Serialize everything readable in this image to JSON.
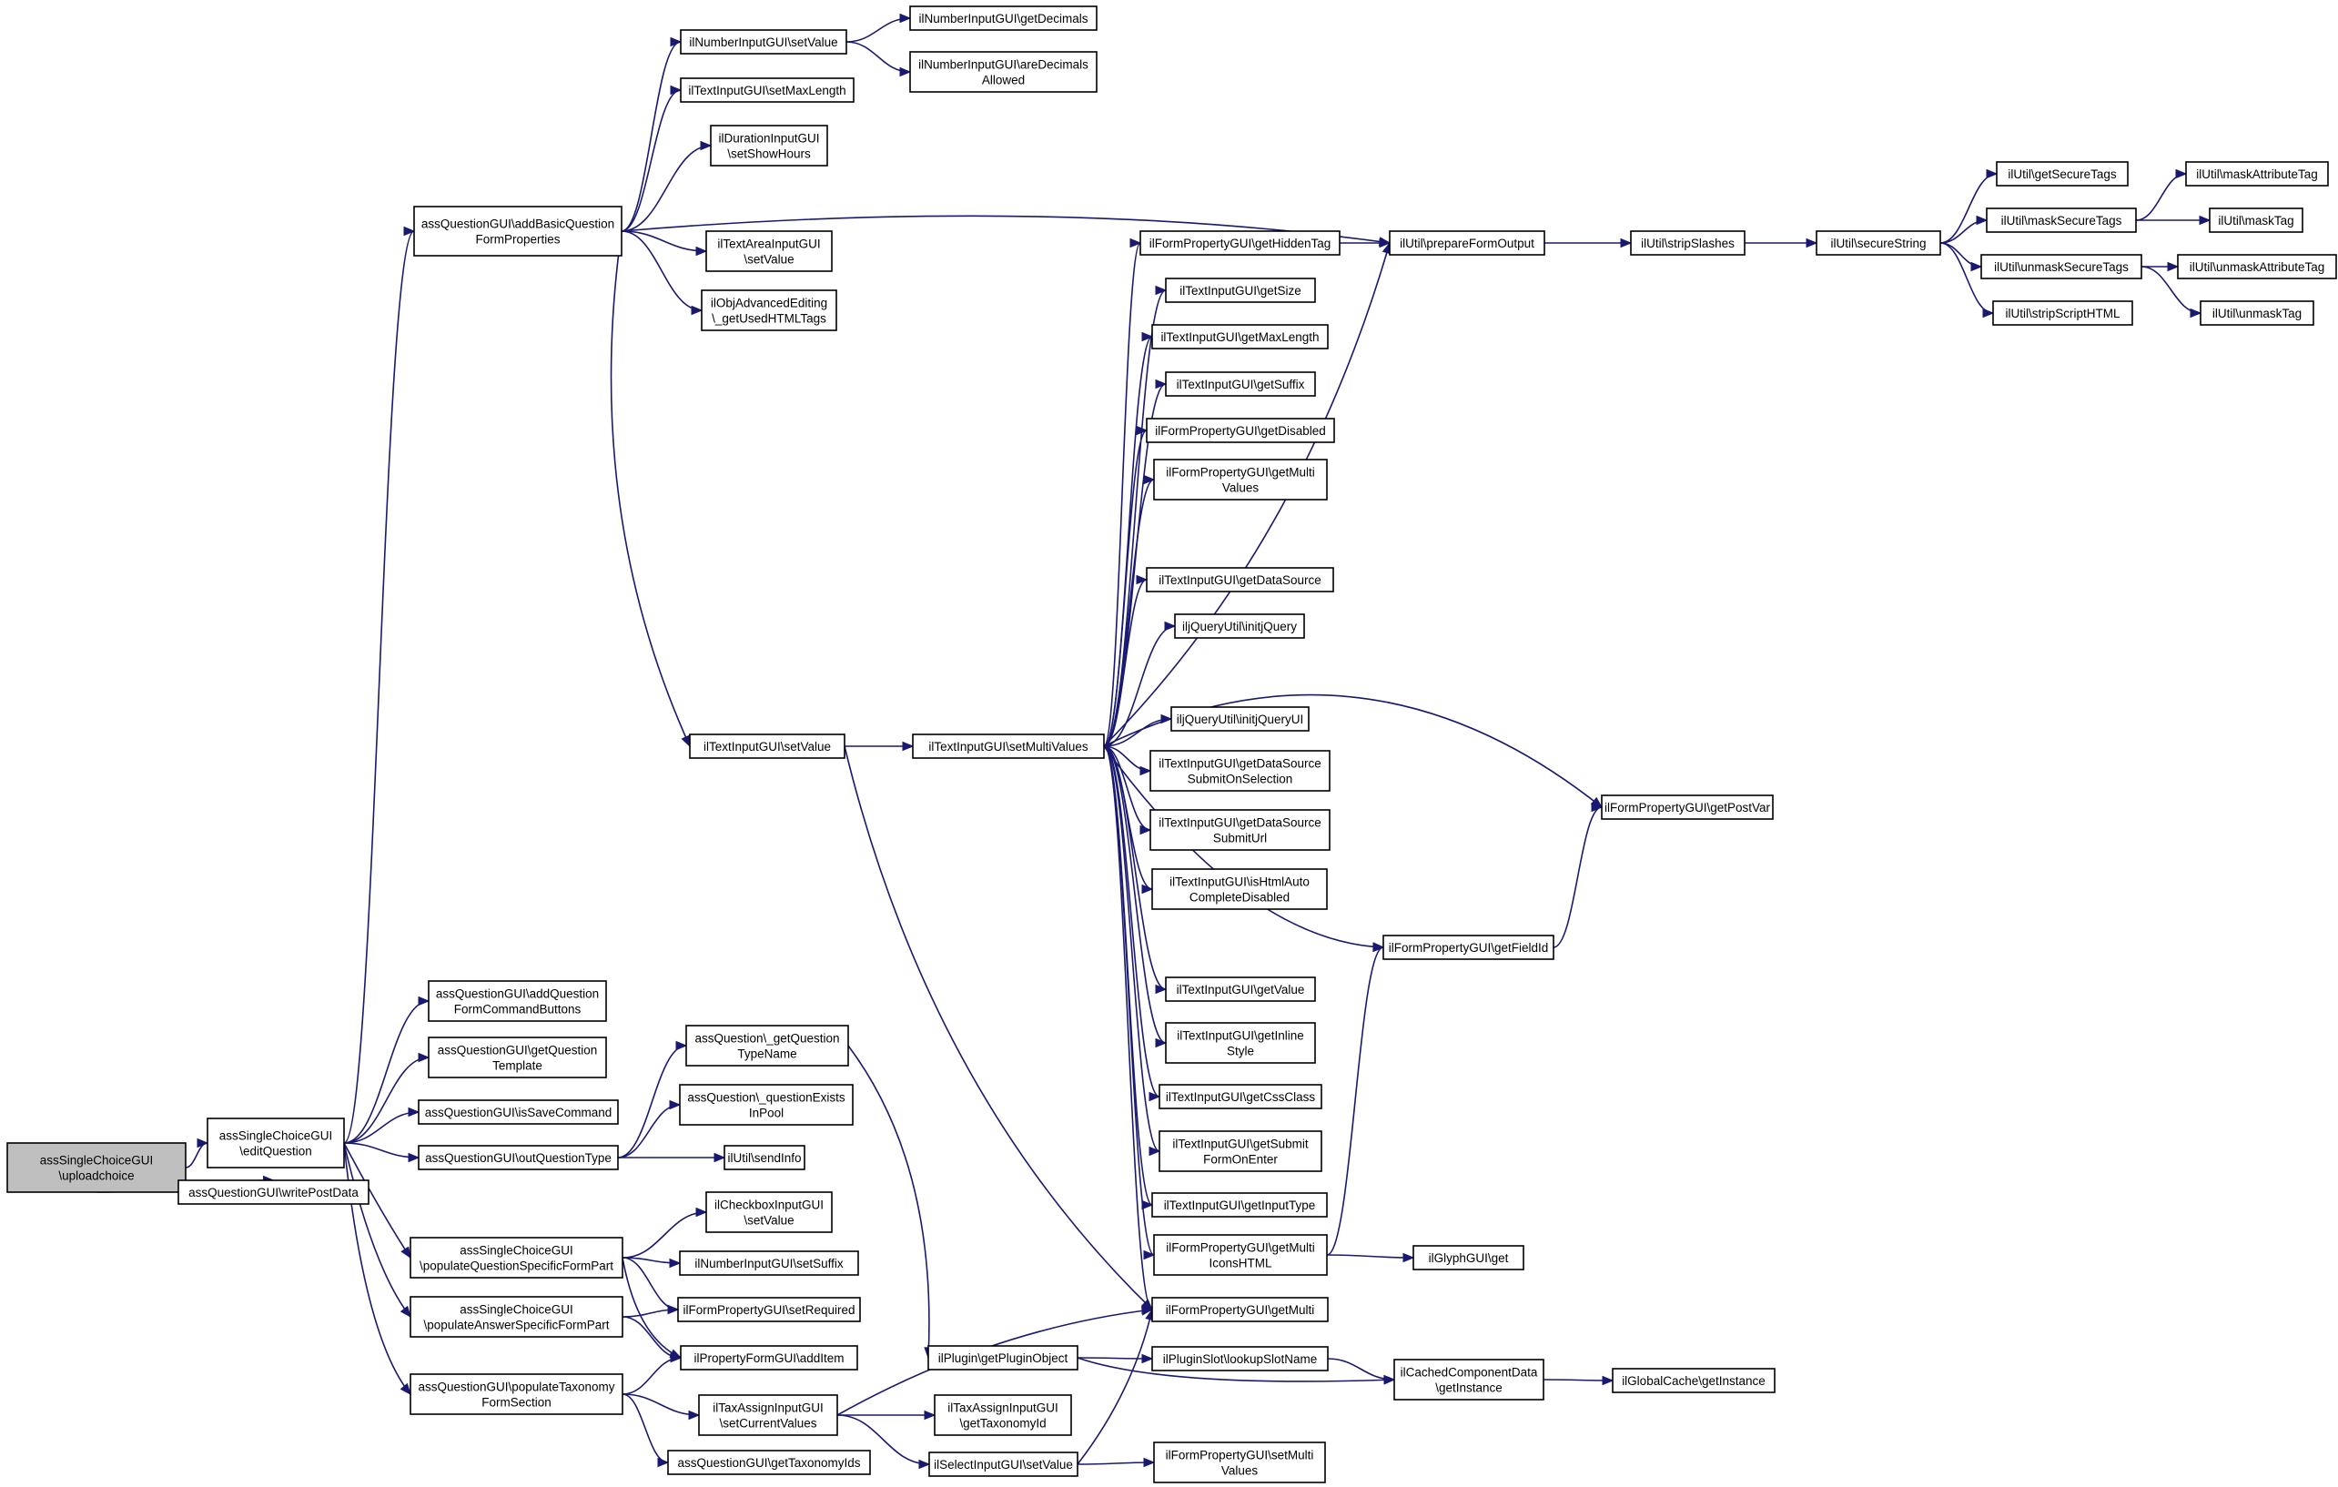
{
  "colors": {
    "edge": "#191970",
    "node_fill": "#ffffff",
    "root_fill": "#bfbfbf",
    "border": "#000000"
  },
  "nodes": [
    {
      "id": "n0",
      "lines": [
        "assSingleChoiceGUI",
        "\\uploadchoice"
      ],
      "root": true
    },
    {
      "id": "n1",
      "lines": [
        "assSingleChoiceGUI",
        "\\editQuestion"
      ]
    },
    {
      "id": "n2",
      "lines": [
        "assQuestionGUI\\writePostData"
      ]
    },
    {
      "id": "n3",
      "lines": [
        "assQuestionGUI\\addBasicQuestion",
        "FormProperties"
      ]
    },
    {
      "id": "n4",
      "lines": [
        "assQuestionGUI\\addQuestion",
        "FormCommandButtons"
      ]
    },
    {
      "id": "n5",
      "lines": [
        "assQuestionGUI\\getQuestion",
        "Template"
      ]
    },
    {
      "id": "n6",
      "lines": [
        "assQuestionGUI\\isSaveCommand"
      ]
    },
    {
      "id": "n7",
      "lines": [
        "assQuestionGUI\\outQuestionType"
      ]
    },
    {
      "id": "n8",
      "lines": [
        "assSingleChoiceGUI",
        "\\populateQuestionSpecificFormPart"
      ]
    },
    {
      "id": "n9",
      "lines": [
        "assSingleChoiceGUI",
        "\\populateAnswerSpecificFormPart"
      ]
    },
    {
      "id": "n10",
      "lines": [
        "assQuestionGUI\\populateTaxonomy",
        "FormSection"
      ]
    },
    {
      "id": "n11",
      "lines": [
        "ilNumberInputGUI\\setValue"
      ]
    },
    {
      "id": "n12",
      "lines": [
        "ilTextInputGUI\\setMaxLength"
      ]
    },
    {
      "id": "n13",
      "lines": [
        "ilDurationInputGUI",
        "\\setShowHours"
      ]
    },
    {
      "id": "n14",
      "lines": [
        "ilTextAreaInputGUI",
        "\\setValue"
      ]
    },
    {
      "id": "n15",
      "lines": [
        "ilObjAdvancedEditing",
        "\\_getUsedHTMLTags"
      ]
    },
    {
      "id": "n16",
      "lines": [
        "ilNumberInputGUI\\getDecimals"
      ]
    },
    {
      "id": "n17",
      "lines": [
        "ilNumberInputGUI\\areDecimals",
        "Allowed"
      ]
    },
    {
      "id": "n18",
      "lines": [
        "ilTextInputGUI\\setValue"
      ]
    },
    {
      "id": "n19",
      "lines": [
        "ilTextInputGUI\\setMultiValues"
      ]
    },
    {
      "id": "n20",
      "lines": [
        "assQuestion\\_getQuestion",
        "TypeName"
      ]
    },
    {
      "id": "n21",
      "lines": [
        "assQuestion\\_questionExists",
        "InPool"
      ]
    },
    {
      "id": "n22",
      "lines": [
        "ilUtil\\sendInfo"
      ]
    },
    {
      "id": "n23",
      "lines": [
        "ilCheckboxInputGUI",
        "\\setValue"
      ]
    },
    {
      "id": "n24",
      "lines": [
        "ilNumberInputGUI\\setSuffix"
      ]
    },
    {
      "id": "n25",
      "lines": [
        "ilFormPropertyGUI\\setRequired"
      ]
    },
    {
      "id": "n26",
      "lines": [
        "ilPropertyFormGUI\\addItem"
      ]
    },
    {
      "id": "n27",
      "lines": [
        "ilTaxAssignInputGUI",
        "\\setCurrentValues"
      ]
    },
    {
      "id": "n28",
      "lines": [
        "assQuestionGUI\\getTaxonomyIds"
      ]
    },
    {
      "id": "n29",
      "lines": [
        "ilPlugin\\getPluginObject"
      ]
    },
    {
      "id": "n30",
      "lines": [
        "ilTaxAssignInputGUI",
        "\\getTaxonomyId"
      ]
    },
    {
      "id": "n31",
      "lines": [
        "ilSelectInputGUI\\setValue"
      ]
    },
    {
      "id": "n32",
      "lines": [
        "ilFormPropertyGUI\\getHiddenTag"
      ]
    },
    {
      "id": "n33",
      "lines": [
        "ilTextInputGUI\\getSize"
      ]
    },
    {
      "id": "n34",
      "lines": [
        "ilTextInputGUI\\getMaxLength"
      ]
    },
    {
      "id": "n35",
      "lines": [
        "ilTextInputGUI\\getSuffix"
      ]
    },
    {
      "id": "n36",
      "lines": [
        "ilFormPropertyGUI\\getDisabled"
      ]
    },
    {
      "id": "n37",
      "lines": [
        "ilFormPropertyGUI\\getMulti",
        "Values"
      ]
    },
    {
      "id": "n38",
      "lines": [
        "ilTextInputGUI\\getDataSource"
      ]
    },
    {
      "id": "n39",
      "lines": [
        "iljQueryUtil\\initjQuery"
      ]
    },
    {
      "id": "n40",
      "lines": [
        "iljQueryUtil\\initjQueryUI"
      ]
    },
    {
      "id": "n41",
      "lines": [
        "ilTextInputGUI\\getDataSource",
        "SubmitOnSelection"
      ]
    },
    {
      "id": "n42",
      "lines": [
        "ilTextInputGUI\\getDataSource",
        "SubmitUrl"
      ]
    },
    {
      "id": "n43",
      "lines": [
        "ilTextInputGUI\\isHtmlAuto",
        "CompleteDisabled"
      ]
    },
    {
      "id": "n44",
      "lines": [
        "ilTextInputGUI\\getValue"
      ]
    },
    {
      "id": "n45",
      "lines": [
        "ilTextInputGUI\\getInline",
        "Style"
      ]
    },
    {
      "id": "n46",
      "lines": [
        "ilTextInputGUI\\getCssClass"
      ]
    },
    {
      "id": "n47",
      "lines": [
        "ilTextInputGUI\\getSubmit",
        "FormOnEnter"
      ]
    },
    {
      "id": "n48",
      "lines": [
        "ilTextInputGUI\\getInputType"
      ]
    },
    {
      "id": "n49",
      "lines": [
        "ilFormPropertyGUI\\getMulti",
        "IconsHTML"
      ]
    },
    {
      "id": "n50",
      "lines": [
        "ilFormPropertyGUI\\getMulti"
      ]
    },
    {
      "id": "n51",
      "lines": [
        "ilPluginSlot\\lookupSlotName"
      ]
    },
    {
      "id": "n52",
      "lines": [
        "ilFormPropertyGUI\\setMulti",
        "Values"
      ]
    },
    {
      "id": "n53",
      "lines": [
        "ilUtil\\prepareFormOutput"
      ]
    },
    {
      "id": "n54",
      "lines": [
        "ilFormPropertyGUI\\getFieldId"
      ]
    },
    {
      "id": "n55",
      "lines": [
        "ilGlyphGUI\\get"
      ]
    },
    {
      "id": "n56",
      "lines": [
        "ilCachedComponentData",
        "\\getInstance"
      ]
    },
    {
      "id": "n57",
      "lines": [
        "ilUtil\\stripSlashes"
      ]
    },
    {
      "id": "n58",
      "lines": [
        "ilFormPropertyGUI\\getPostVar"
      ]
    },
    {
      "id": "n59",
      "lines": [
        "ilGlobalCache\\getInstance"
      ]
    },
    {
      "id": "n60",
      "lines": [
        "ilUtil\\secureString"
      ]
    },
    {
      "id": "n61",
      "lines": [
        "ilUtil\\getSecureTags"
      ]
    },
    {
      "id": "n62",
      "lines": [
        "ilUtil\\maskSecureTags"
      ]
    },
    {
      "id": "n63",
      "lines": [
        "ilUtil\\unmaskSecureTags"
      ]
    },
    {
      "id": "n64",
      "lines": [
        "ilUtil\\stripScriptHTML"
      ]
    },
    {
      "id": "n65",
      "lines": [
        "ilUtil\\maskAttributeTag"
      ]
    },
    {
      "id": "n66",
      "lines": [
        "ilUtil\\maskTag"
      ]
    },
    {
      "id": "n67",
      "lines": [
        "ilUtil\\unmaskAttributeTag"
      ]
    },
    {
      "id": "n68",
      "lines": [
        "ilUtil\\unmaskTag"
      ]
    }
  ],
  "edges": [
    [
      "n0",
      "n1"
    ],
    [
      "n0",
      "n2"
    ],
    [
      "n1",
      "n3"
    ],
    [
      "n1",
      "n4"
    ],
    [
      "n1",
      "n5"
    ],
    [
      "n1",
      "n6"
    ],
    [
      "n1",
      "n7"
    ],
    [
      "n1",
      "n8"
    ],
    [
      "n1",
      "n9"
    ],
    [
      "n1",
      "n10"
    ],
    [
      "n3",
      "n11"
    ],
    [
      "n3",
      "n12"
    ],
    [
      "n3",
      "n13"
    ],
    [
      "n3",
      "n14"
    ],
    [
      "n3",
      "n15"
    ],
    [
      "n3",
      "n18"
    ],
    [
      "n3",
      "n53"
    ],
    [
      "n11",
      "n16"
    ],
    [
      "n11",
      "n17"
    ],
    [
      "n18",
      "n19"
    ],
    [
      "n18",
      "n50"
    ],
    [
      "n7",
      "n20"
    ],
    [
      "n7",
      "n21"
    ],
    [
      "n7",
      "n22"
    ],
    [
      "n20",
      "n29"
    ],
    [
      "n8",
      "n23"
    ],
    [
      "n8",
      "n24"
    ],
    [
      "n8",
      "n25"
    ],
    [
      "n8",
      "n26"
    ],
    [
      "n9",
      "n25"
    ],
    [
      "n9",
      "n26"
    ],
    [
      "n10",
      "n26"
    ],
    [
      "n10",
      "n27"
    ],
    [
      "n10",
      "n28"
    ],
    [
      "n27",
      "n30"
    ],
    [
      "n27",
      "n31"
    ],
    [
      "n27",
      "n50"
    ],
    [
      "n31",
      "n50"
    ],
    [
      "n31",
      "n52"
    ],
    [
      "n29",
      "n51"
    ],
    [
      "n29",
      "n56"
    ],
    [
      "n51",
      "n56"
    ],
    [
      "n56",
      "n59"
    ],
    [
      "n19",
      "n32"
    ],
    [
      "n19",
      "n33"
    ],
    [
      "n19",
      "n34"
    ],
    [
      "n19",
      "n35"
    ],
    [
      "n19",
      "n36"
    ],
    [
      "n19",
      "n37"
    ],
    [
      "n19",
      "n38"
    ],
    [
      "n19",
      "n39"
    ],
    [
      "n19",
      "n40"
    ],
    [
      "n19",
      "n41"
    ],
    [
      "n19",
      "n42"
    ],
    [
      "n19",
      "n43"
    ],
    [
      "n19",
      "n44"
    ],
    [
      "n19",
      "n45"
    ],
    [
      "n19",
      "n46"
    ],
    [
      "n19",
      "n47"
    ],
    [
      "n19",
      "n48"
    ],
    [
      "n19",
      "n49"
    ],
    [
      "n19",
      "n50"
    ],
    [
      "n19",
      "n53"
    ],
    [
      "n19",
      "n54"
    ],
    [
      "n19",
      "n58"
    ],
    [
      "n32",
      "n53"
    ],
    [
      "n49",
      "n54"
    ],
    [
      "n49",
      "n55"
    ],
    [
      "n54",
      "n58"
    ],
    [
      "n53",
      "n57"
    ],
    [
      "n57",
      "n60"
    ],
    [
      "n60",
      "n61"
    ],
    [
      "n60",
      "n62"
    ],
    [
      "n60",
      "n63"
    ],
    [
      "n60",
      "n64"
    ],
    [
      "n62",
      "n65"
    ],
    [
      "n62",
      "n66"
    ],
    [
      "n63",
      "n67"
    ],
    [
      "n63",
      "n68"
    ]
  ]
}
